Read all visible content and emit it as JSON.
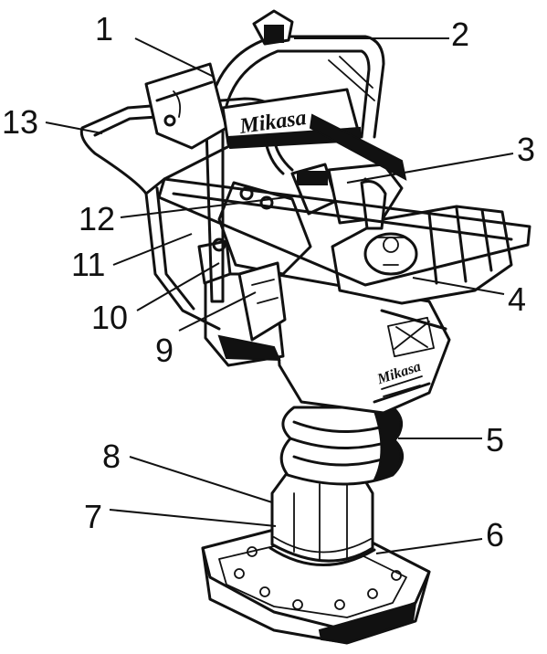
{
  "brand": {
    "handle_logo": "Mikasa",
    "housing_logo": "Mikasa"
  },
  "callouts": [
    "1",
    "2",
    "3",
    "4",
    "5",
    "6",
    "7",
    "8",
    "9",
    "10",
    "11",
    "12",
    "13"
  ]
}
